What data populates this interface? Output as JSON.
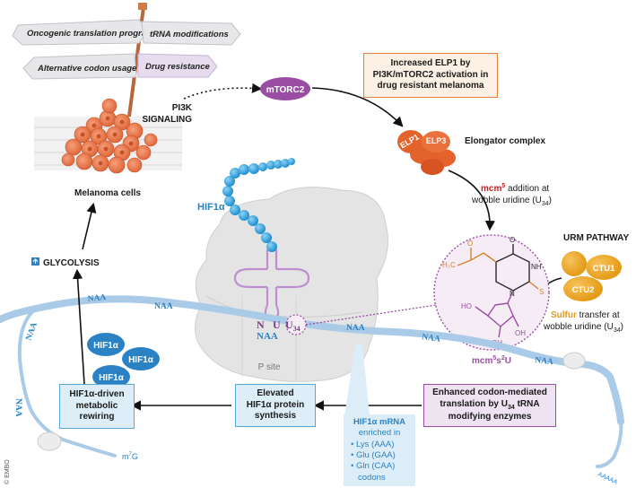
{
  "signs": {
    "oncogenic": "Oncogenic translation program",
    "trna_mod": "tRNA modifications",
    "alt_codon": "Alternative codon usage",
    "drug_res": "Drug resistance"
  },
  "labels": {
    "pi3k_line1": "PI3K",
    "pi3k_line2": "SIGNALING",
    "mtorc2": "mTORC2",
    "melanoma": "Melanoma cells",
    "glycolysis": "GLYCOLYSIS",
    "elongator": "Elongator complex",
    "elp1": "ELP1",
    "elp3": "ELP3",
    "mcm5_pre": "mcm",
    "mcm5_sup": "5",
    "mcm5_rest": " addition at",
    "wobble1": "wobble uridine (U",
    "wobble1_sub": "34",
    "wobble1_end": ")",
    "urm": "URM PATHWAY",
    "ctu1": "CTU1",
    "ctu2": "CTU2",
    "sulfur": "Sulfur",
    "sulfur_rest": " transfer at",
    "wobble2": "wobble uridine (U",
    "wobble2_sub": "34",
    "wobble2_end": ")",
    "hif1a": "HIF1α",
    "p_site": "P site",
    "codon_nua": [
      "N",
      "U",
      "U"
    ],
    "codon_sub": "34",
    "naa": "NAA",
    "m7g": "m",
    "m7g_sup": "7",
    "m7g_end": "G",
    "polya": "AAAAA",
    "mol_name": "mcm",
    "mol_sup1": "5",
    "mol_s": "s",
    "mol_sup2": "2",
    "mol_u": "U",
    "mol_ch3": "H₃C",
    "mol_o": "O",
    "mol_nh": "NH",
    "mol_n": "N",
    "mol_s_atom": "S",
    "mol_ho": "HO",
    "mol_oh1": "OH",
    "mol_oh2": "OH",
    "emb": "© EMBO"
  },
  "boxes": {
    "elp1_box": [
      "Increased ELP1 by",
      "PI3K/mTORC2 activation in",
      "drug resistant melanoma"
    ],
    "hif_driven": [
      "HIF1α-driven",
      "metabolic",
      "rewiring"
    ],
    "elevated": [
      "Elevated",
      "HIF1α protein",
      "synthesis"
    ],
    "enhanced_1": "Enhanced codon-mediated",
    "enhanced_2a": "translation by U",
    "enhanced_2sub": "34",
    "enhanced_2b": " tRNA",
    "enhanced_3": "modifying enzymes"
  },
  "mrna_note": {
    "title": "HIF1α mRNA",
    "sub1": "enriched in",
    "items": [
      "• Lys (AAA)",
      "• Glu (GAA)",
      "• Gln (CAA)"
    ],
    "footer": "codons"
  },
  "colors": {
    "blue": "#2a82c4",
    "mrna": "#a9cbe8",
    "purple": "#9a4ea3",
    "orange": "#e4622b",
    "ribosome": "#e4e4e4",
    "cell": "#e9794b"
  }
}
